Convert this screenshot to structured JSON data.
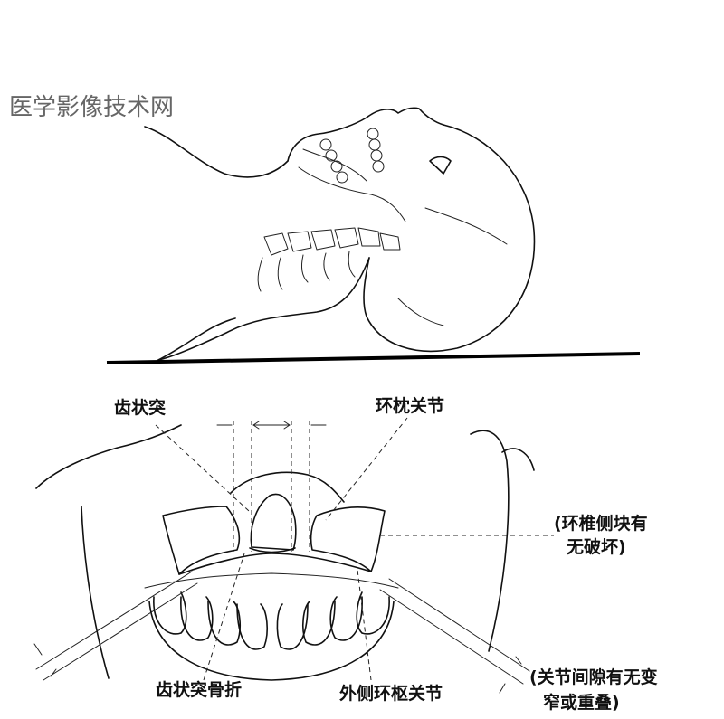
{
  "watermark": "医学影像技术网",
  "labels": {
    "dens": "齿状突",
    "atlanto_occipital_joint": "环枕关节",
    "lateral_mass_line1": "(环椎侧块有",
    "lateral_mass_line2": "无破坏)",
    "dens_fracture": "齿状突骨折",
    "lateral_atlantoaxial_joint": "外侧环枢关节",
    "joint_space_line1": "(关节间隙有无变",
    "joint_space_line2": "窄或重叠)"
  }
}
